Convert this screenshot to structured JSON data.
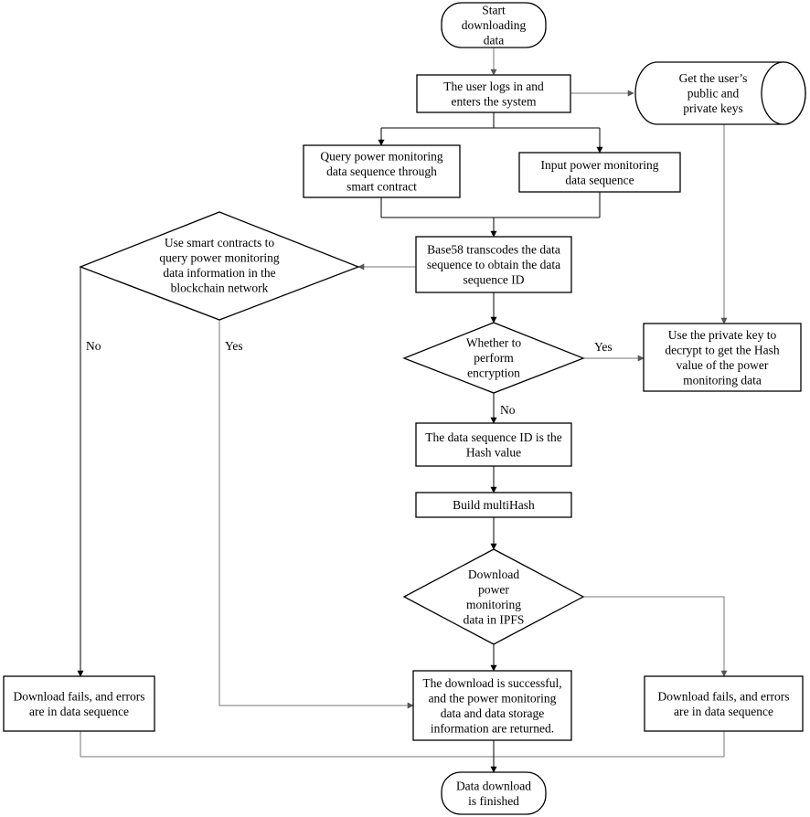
{
  "nodes": {
    "start": {
      "lines": [
        "Start",
        "downloading",
        "data"
      ]
    },
    "login": {
      "lines": [
        "The user logs in and",
        "enters the system"
      ]
    },
    "keys": {
      "lines": [
        "Get the user’s",
        "public and",
        "private keys"
      ]
    },
    "query_contract": {
      "lines": [
        "Query power monitoring",
        "data sequence through",
        "smart contract"
      ]
    },
    "input_seq": {
      "lines": [
        "Input power monitoring",
        "data sequence"
      ]
    },
    "base58": {
      "lines": [
        "Base58 transcodes the data",
        "sequence to obtain the data",
        "sequence ID"
      ]
    },
    "smart_query": {
      "lines": [
        "Use smart contracts to",
        "query power monitoring",
        "data information in the",
        "blockchain network"
      ]
    },
    "encrypt_q": {
      "lines": [
        "Whether to",
        "perform",
        "encryption"
      ]
    },
    "decrypt": {
      "lines": [
        "Use the private key to",
        "decrypt to get the Hash",
        "value of the power",
        "monitoring data"
      ]
    },
    "seq_hash": {
      "lines": [
        "The data sequence ID is the",
        "Hash value"
      ]
    },
    "multihash": {
      "lines": [
        "Build multiHash"
      ]
    },
    "ipfs_q": {
      "lines": [
        "Download",
        "power",
        "monitoring",
        "data in IPFS"
      ]
    },
    "fail_left": {
      "lines": [
        "Download fails, and errors",
        "are in data sequence"
      ]
    },
    "success": {
      "lines": [
        "The download is successful,",
        "and the power monitoring",
        "data and data storage",
        "information are returned."
      ]
    },
    "fail_right": {
      "lines": [
        "Download fails, and errors",
        "are in data sequence"
      ]
    },
    "end": {
      "lines": [
        "Data download",
        "is finished"
      ]
    }
  },
  "edge_labels": {
    "no_left": "No",
    "yes_left": "Yes",
    "yes_encrypt": "Yes",
    "no_encrypt": "No"
  }
}
